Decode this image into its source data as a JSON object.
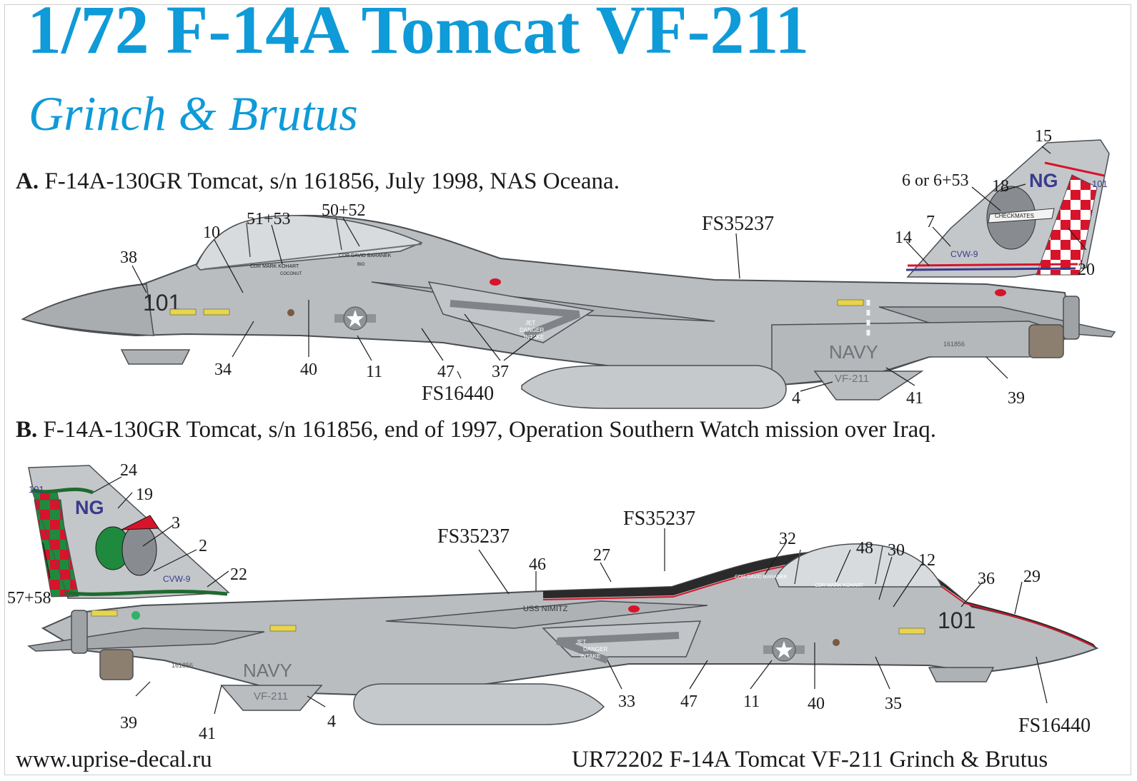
{
  "colors": {
    "accent": "#0f9ad8",
    "airframe_gray": "#b9bdc0",
    "light_gray": "#cfd2d4",
    "dark_outline": "#4a4e52",
    "checker_red": "#d7142a",
    "checker_green": "#1f8a3e",
    "lettering_blue": "#3a3a8c",
    "radome_black": "#2a2a2a"
  },
  "title": "1/72 F-14A Tomcat VF-211",
  "subtitle": "Grinch & Brutus",
  "profile_a": {
    "caption_letter": "A.",
    "caption_text": " F-14A-130GR Tomcat, s/n 161856, July 1998, NAS Oceana.",
    "markings": {
      "modex": "101",
      "tail_code": "NG",
      "tail_modex": "101",
      "air_wing": "CVW-9",
      "service": "NAVY",
      "squadron": "VF-211",
      "serial": "161856",
      "pilot": "CDR MARK KOHART",
      "rio": "CDR DAVID BARANEK",
      "callsign_pilot": "COCONUT",
      "callsign_rio": "BIO",
      "emblem": "CHECKMATES",
      "intake_jet": "JET",
      "intake_danger": "DANGER",
      "intake_intake": "INTAKE"
    },
    "callouts": [
      "15",
      "18",
      "6 or 6+53",
      "7",
      "14",
      "20",
      "FS35237",
      "50+52",
      "51+53",
      "10",
      "38",
      "34",
      "40",
      "11",
      "47",
      "37",
      "FS16440",
      "4",
      "41",
      "39"
    ]
  },
  "profile_b": {
    "caption_letter": "B.",
    "caption_text": " F-14A-130GR Tomcat, s/n 161856, end of 1997, Operation Southern Watch mission over Iraq.",
    "markings": {
      "modex": "101",
      "tail_code": "NG",
      "tail_modex": "101",
      "air_wing": "CVW-9",
      "service": "NAVY",
      "squadron": "VF-211",
      "serial": "161856",
      "ship": "USS NIMITZ",
      "pilot": "CDR MARK KOHART",
      "rio": "CDR DAVID BARANEK",
      "intake_jet": "JET",
      "intake_danger": "DANGER",
      "intake_intake": "INTAKE"
    },
    "callouts": [
      "24",
      "19",
      "3",
      "2",
      "22",
      "57+58",
      "FS35237",
      "46",
      "FS35237",
      "27",
      "32",
      "48",
      "30",
      "12",
      "36",
      "29",
      "39",
      "41",
      "4",
      "33",
      "47",
      "11",
      "40",
      "35",
      "FS16440"
    ]
  },
  "footer": {
    "website": "www.uprise-decal.ru",
    "product": "UR72202 F-14A Tomcat VF-211 Grinch & Brutus"
  }
}
